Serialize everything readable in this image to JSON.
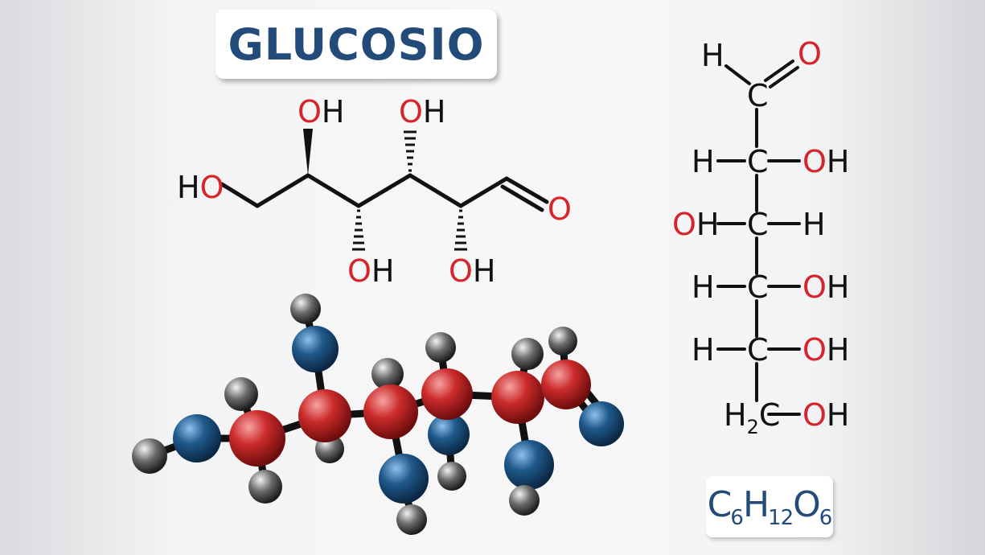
{
  "title": "GLUCOSIO",
  "formula": {
    "c": "C",
    "c_n": "6",
    "h": "H",
    "h_n": "12",
    "o": "O",
    "o_n": "6"
  },
  "skeletal": {
    "oh_top_left": {
      "o": "O",
      "h": "H"
    },
    "oh_top_right": {
      "o": "O",
      "h": "H"
    },
    "ho_left": {
      "h": "H",
      "o": "O"
    },
    "oh_bottom_left": {
      "o": "O",
      "h": "H"
    },
    "oh_bottom_right": {
      "o": "O",
      "h": "H"
    },
    "aldehyde_o": "O"
  },
  "fischer": {
    "top_h": "H",
    "top_o": "O",
    "top_c": "C",
    "rows": [
      {
        "left": "H",
        "left_color": "black",
        "center": "C",
        "right": "OH",
        "right_color": "red"
      },
      {
        "left": "OH",
        "left_color": "red",
        "center": "C",
        "right": "H",
        "right_color": "black"
      },
      {
        "left": "H",
        "left_color": "black",
        "center": "C",
        "right": "OH",
        "right_color": "red"
      },
      {
        "left": "H",
        "left_color": "black",
        "center": "C",
        "right": "OH",
        "right_color": "red"
      }
    ],
    "bottom": {
      "h": "H",
      "h_sub": "2",
      "c": "C",
      "right": "OH"
    }
  },
  "colors": {
    "title": "#234b7a",
    "oxygen_text": "#d6252a",
    "carbon_atom": "#cc2b2b",
    "oxygen_atom": "#1f5a8c",
    "hydrogen_atom": "#3a3a3a"
  }
}
